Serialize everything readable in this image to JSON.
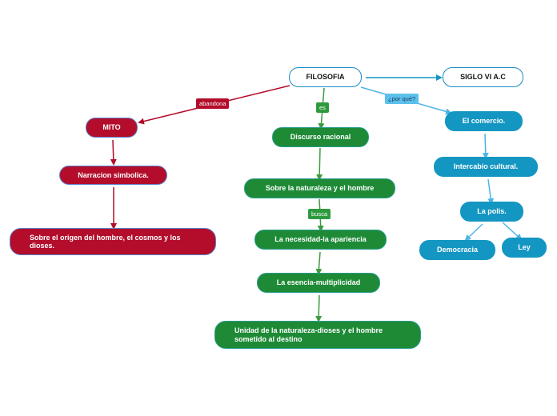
{
  "nodes": {
    "filosofia": "FILOSOFIA",
    "siglo": "SIGLO VI A.C",
    "mito": "MITO",
    "narracion": "Narracion simbolica.",
    "origen": "Sobre el origen del hombre, el cosmos y los dioses.",
    "discurso": "Discurso racional",
    "naturaleza": "Sobre la naturaleza y el hombre",
    "necesidad": "La necesidad-la apariencia",
    "esencia": "La esencia-multiplicidad",
    "unidad": "Unidad de la naturaleza-dioses y el hombre sometido al destino",
    "comercio": "El comercio.",
    "intercambio": "Intercabio cultural.",
    "polis": "La polis.",
    "democracia": "Democracia",
    "ley": "Ley"
  },
  "links": {
    "abandona": "abandona",
    "es": "es",
    "busca": "busca",
    "por_que": "¿por qué?"
  },
  "colors": {
    "red": "#b30d2b",
    "green": "#1e8a36",
    "blue": "#1496c2",
    "white_border": "#1a8bc6"
  }
}
